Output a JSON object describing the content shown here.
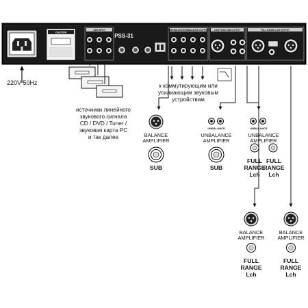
{
  "power": {
    "label": "220V 50Hz"
  },
  "rear_panel": {
    "model": "PSS-31",
    "section_labels": {
      "aux_input": "AUX INPUT",
      "sub_output": "SUB BALANCE/UNBALANCE OUTPUT",
      "low_pass": "LOW PASS SUB OUTPUT",
      "full_range": "FULL RANGE L&R OUTPUT"
    },
    "caution": "CAUTION"
  },
  "sources": {
    "caption": [
      "источники линейного",
      "звукового сигнала",
      "CD / DVD / Tuner /",
      "звуковая карта PC",
      "и так далее"
    ]
  },
  "amplifiers_note": {
    "caption": [
      "к коммутирующим или",
      "усилиающим звуковым",
      "устройствам"
    ]
  },
  "devices": {
    "sub_balance": {
      "amp_lines": [
        "BALANCE",
        "AMPLIFIER"
      ],
      "speaker": "SUB"
    },
    "sub_unbalance": {
      "jack_label": "UNBALANCE",
      "amp_lines": [
        "UNBALANCE",
        "AMPLIFIER"
      ],
      "speaker": "SUB"
    },
    "full_unbalance": {
      "jack_label": "UNBALANCE",
      "amp_lines": [
        "UNBALANCE",
        "AMPLIFIER"
      ],
      "left": [
        "FULL",
        "RANGE",
        "Lch"
      ],
      "right": [
        "FULL",
        "RANGE",
        "Lch"
      ]
    },
    "full_balance_left": {
      "amp_lines": [
        "BALANCE",
        "AMPLIFIER"
      ],
      "speaker": [
        "FULL",
        "RANGE",
        "Lch"
      ]
    },
    "full_balance_right": {
      "amp_lines": [
        "BALANCE",
        "AMPLIFIER"
      ],
      "speaker": [
        "FULL",
        "RANGE",
        "Lch"
      ]
    }
  }
}
